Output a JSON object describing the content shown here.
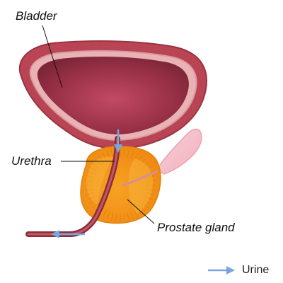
{
  "labels": {
    "bladder": "Bladder",
    "urethra": "Urethra",
    "prostate": "Prostate gland"
  },
  "legend": {
    "urine": "Urine"
  },
  "colors": {
    "bladder_outer": "#b5434f",
    "bladder_inner": "#8a2f3c",
    "bladder_lining": "#e8b6b9",
    "prostate": "#f6a21e",
    "prostate_dark": "#e07a10",
    "urethra": "#8b2e3a",
    "urine_arrow": "#7aa6e0",
    "seminal_vesicle": "#f5c0c8"
  }
}
